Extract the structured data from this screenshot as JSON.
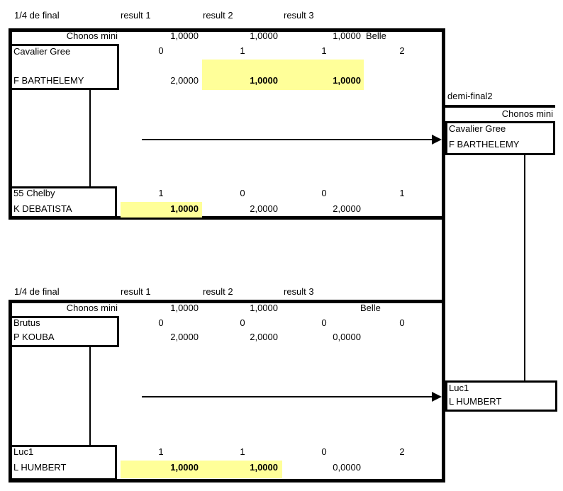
{
  "colors": {
    "highlight": "#ffff99",
    "line": "#000000"
  },
  "quarterfinal1": {
    "stage": "1/4 de final",
    "result_headers": [
      "result 1",
      "result 2",
      "result 3"
    ],
    "chrono_row": {
      "label": "Chonos mini",
      "r1": "1,0000",
      "r2": "1,0000",
      "r3": "1,0000",
      "tag": "Belle"
    },
    "top": {
      "horse": "Cavalier Gree",
      "rider": "F BARTHELEMY",
      "wins": [
        "0",
        "1",
        "1"
      ],
      "total": "2",
      "scores": [
        "2,0000",
        "1,0000",
        "1,0000"
      ]
    },
    "bottom": {
      "horse": "55 Chelby",
      "rider": "K DEBATISTA",
      "wins": [
        "1",
        "0",
        "0"
      ],
      "total": "1",
      "scores": [
        "1,0000",
        "2,0000",
        "2,0000"
      ]
    }
  },
  "quarterfinal2": {
    "stage": "1/4 de final",
    "result_headers": [
      "result 1",
      "result 2",
      "result 3"
    ],
    "chrono_row": {
      "label": "Chonos mini",
      "r1": "1,0000",
      "r2": "1,0000",
      "r3": "",
      "tag": "Belle"
    },
    "top": {
      "horse": "Brutus",
      "rider": "P KOUBA",
      "wins": [
        "0",
        "0",
        "0"
      ],
      "total": "0",
      "scores": [
        "2,0000",
        "2,0000",
        "0,0000"
      ]
    },
    "bottom": {
      "horse": "Luc1",
      "rider": "L HUMBERT",
      "wins": [
        "1",
        "1",
        "0"
      ],
      "total": "2",
      "scores": [
        "1,0000",
        "1,0000",
        "0,0000"
      ]
    }
  },
  "semifinal": {
    "stage": "demi-final2",
    "chrono_label": "Chonos mini",
    "winner_qf1": {
      "horse": "Cavalier Gree",
      "rider": "F BARTHELEMY"
    },
    "winner_qf2": {
      "horse": "Luc1",
      "rider": "L HUMBERT"
    }
  }
}
